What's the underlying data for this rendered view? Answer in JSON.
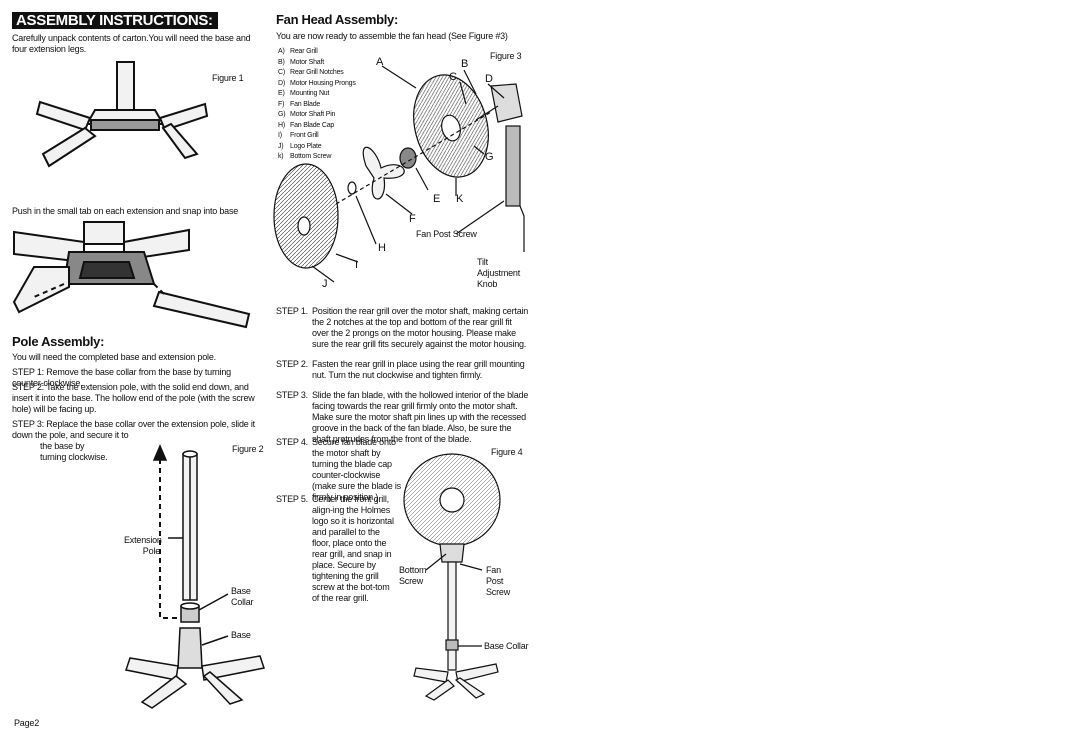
{
  "header": {
    "banner": "ASSEMBLY INSTRUCTIONS:"
  },
  "intro": {
    "text": "Carefully unpack contents of carton.You will need the base and four extension legs.",
    "figure1": "Figure 1",
    "push_text": "Push in the small tab on each extension and snap into base"
  },
  "pole_assembly": {
    "heading": "Pole Assembly:",
    "intro": "You will need the completed base and extension pole.",
    "step1": "STEP 1: Remove the base collar from the base by turning counter-clockwise.",
    "step2": "STEP 2: Take the extension pole, with the solid end down, and insert it into the base. The hollow end of the pole (with the screw hole) will be facing up.",
    "step3": "STEP 3: Replace the base collar over the extension pole, slide it down the pole, and secure it to",
    "step3_cont": "the base by turning clockwise.",
    "figure2": "Figure 2",
    "label_extension_pole": "Extension Pole",
    "label_base_collar": "Base Collar",
    "label_base": "Base"
  },
  "fan_head": {
    "heading": "Fan Head Assembly:",
    "intro": "You are now ready to assemble the fan head (See Figure #3)",
    "figure3": "Figure 3",
    "parts": [
      {
        "key": "A)",
        "name": "Rear Grill"
      },
      {
        "key": "B)",
        "name": "Motor Shaft"
      },
      {
        "key": "C)",
        "name": "Rear Grill Notches"
      },
      {
        "key": "D)",
        "name": "Motor Housing Prongs"
      },
      {
        "key": "E)",
        "name": "Mounting Nut"
      },
      {
        "key": "F)",
        "name": "Fan Blade"
      },
      {
        "key": "G)",
        "name": "Motor Shaft Pin"
      },
      {
        "key": "H)",
        "name": "Fan Blade Cap"
      },
      {
        "key": "I)",
        "name": "Front Grill"
      },
      {
        "key": "J)",
        "name": "Logo Plate"
      },
      {
        "key": "k)",
        "name": "Bottom Screw"
      }
    ],
    "letters": {
      "A": "A",
      "B": "B",
      "C": "C",
      "D": "D",
      "E": "E",
      "F": "F",
      "G": "G",
      "H": "H",
      "I": "I",
      "J": "J",
      "K": "K"
    },
    "label_fan_post_screw": "Fan Post Screw",
    "label_tilt_knob": "Tilt Adjustment Knob",
    "steps": [
      {
        "num": "STEP 1.",
        "text": "Position the rear grill over the motor shaft, making certain the 2 notches at the top and bottom of the rear grill fit over the 2 prongs on the motor housing. Please make sure the rear grill fits securely against the motor housing."
      },
      {
        "num": "STEP 2.",
        "text": "Fasten the rear grill in place using the rear grill mounting nut. Turn the nut clockwise and tighten firmly."
      },
      {
        "num": "STEP 3.",
        "text": "Slide the fan blade, with the hollowed interior of the blade facing towards the rear grill firmly onto the motor shaft. Make sure the motor shaft pin lines up with the recessed groove in the back of the fan blade.  Also, be sure the shaft protrudes from the front of the blade."
      }
    ],
    "step4_num": "STEP 4.",
    "step4_text": "Secure fan blade onto the motor shaft by turning the blade cap counter-clockwise (make sure the blade is firmly in position.)",
    "step5_num": "STEP 5.",
    "step5_text": "Center the front grill, align-ing the Holmes logo so it is horizontal and parallel to the floor, place onto the rear grill, and snap in place. Secure by tightening the grill screw at the bot-tom of the rear grill.",
    "figure4": "Figure 4",
    "label_bottom_screw": "Bottom Screw",
    "label_fan_post_screw2": "Fan Post Screw",
    "label_base_collar": "Base Collar"
  },
  "footer": {
    "page": "Page2"
  }
}
